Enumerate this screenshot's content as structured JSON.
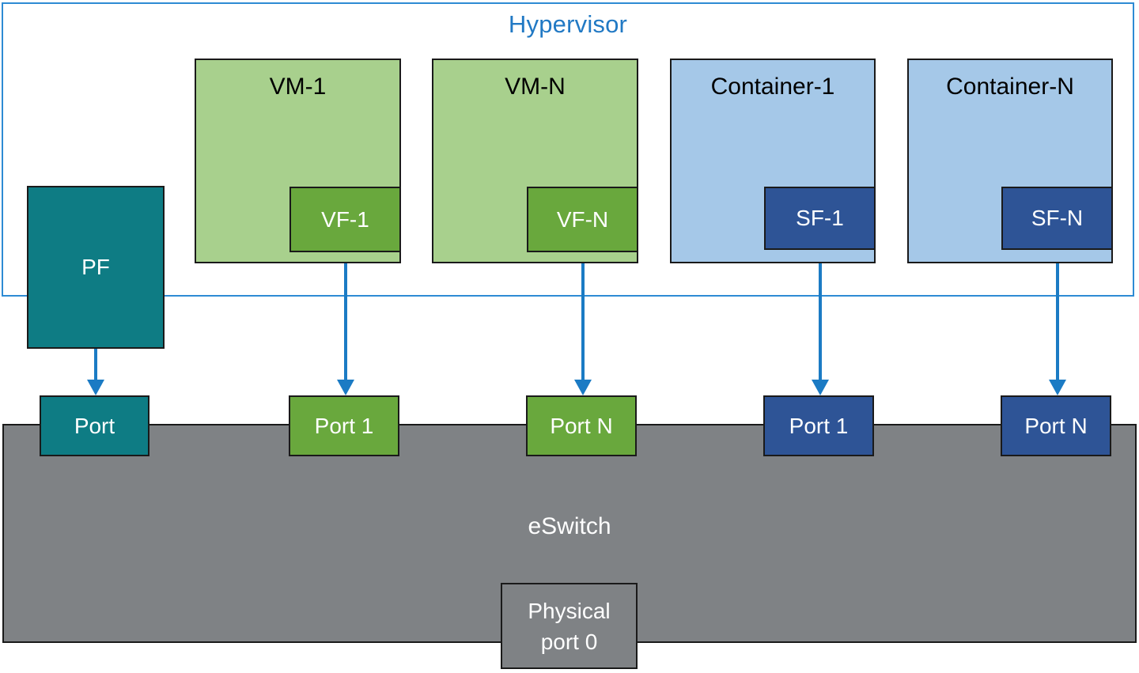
{
  "diagram": {
    "title": "Hypervisor",
    "hypervisor": {
      "label": "Hypervisor",
      "accent_color": "#2179C4"
    },
    "physical_function": {
      "label": "PF",
      "color": "#0E7C84"
    },
    "guests": [
      {
        "name": "vm-1",
        "label": "VM-1",
        "type": "vm",
        "color": "#A8D08D",
        "function": {
          "label": "VF-1",
          "color": "#69A83D"
        }
      },
      {
        "name": "vm-n",
        "label": "VM-N",
        "type": "vm",
        "color": "#A8D08D",
        "function": {
          "label": "VF-N",
          "color": "#69A83D"
        }
      },
      {
        "name": "container-1",
        "label": "Container-1",
        "type": "container",
        "color": "#A5C8E8",
        "function": {
          "label": "SF-1",
          "color": "#2E5496"
        }
      },
      {
        "name": "container-n",
        "label": "Container-N",
        "type": "container",
        "color": "#A5C8E8",
        "function": {
          "label": "SF-N",
          "color": "#2E5496"
        }
      }
    ],
    "eswitch": {
      "label": "eSwitch",
      "color": "#7F8285"
    },
    "ports": [
      {
        "name": "pf-port",
        "label": "Port",
        "color": "#0E7C84"
      },
      {
        "name": "vf-1-port",
        "label": "Port 1",
        "color": "#69A83D"
      },
      {
        "name": "vf-n-port",
        "label": "Port N",
        "color": "#69A83D"
      },
      {
        "name": "sf-1-port",
        "label": "Port 1",
        "color": "#2E5496"
      },
      {
        "name": "sf-n-port",
        "label": "Port N",
        "color": "#2E5496"
      }
    ],
    "physical_port": {
      "label_line1": "Physical",
      "label_line2": "port 0",
      "color": "#7F8285"
    },
    "connector_color": "#1B7BC4"
  }
}
